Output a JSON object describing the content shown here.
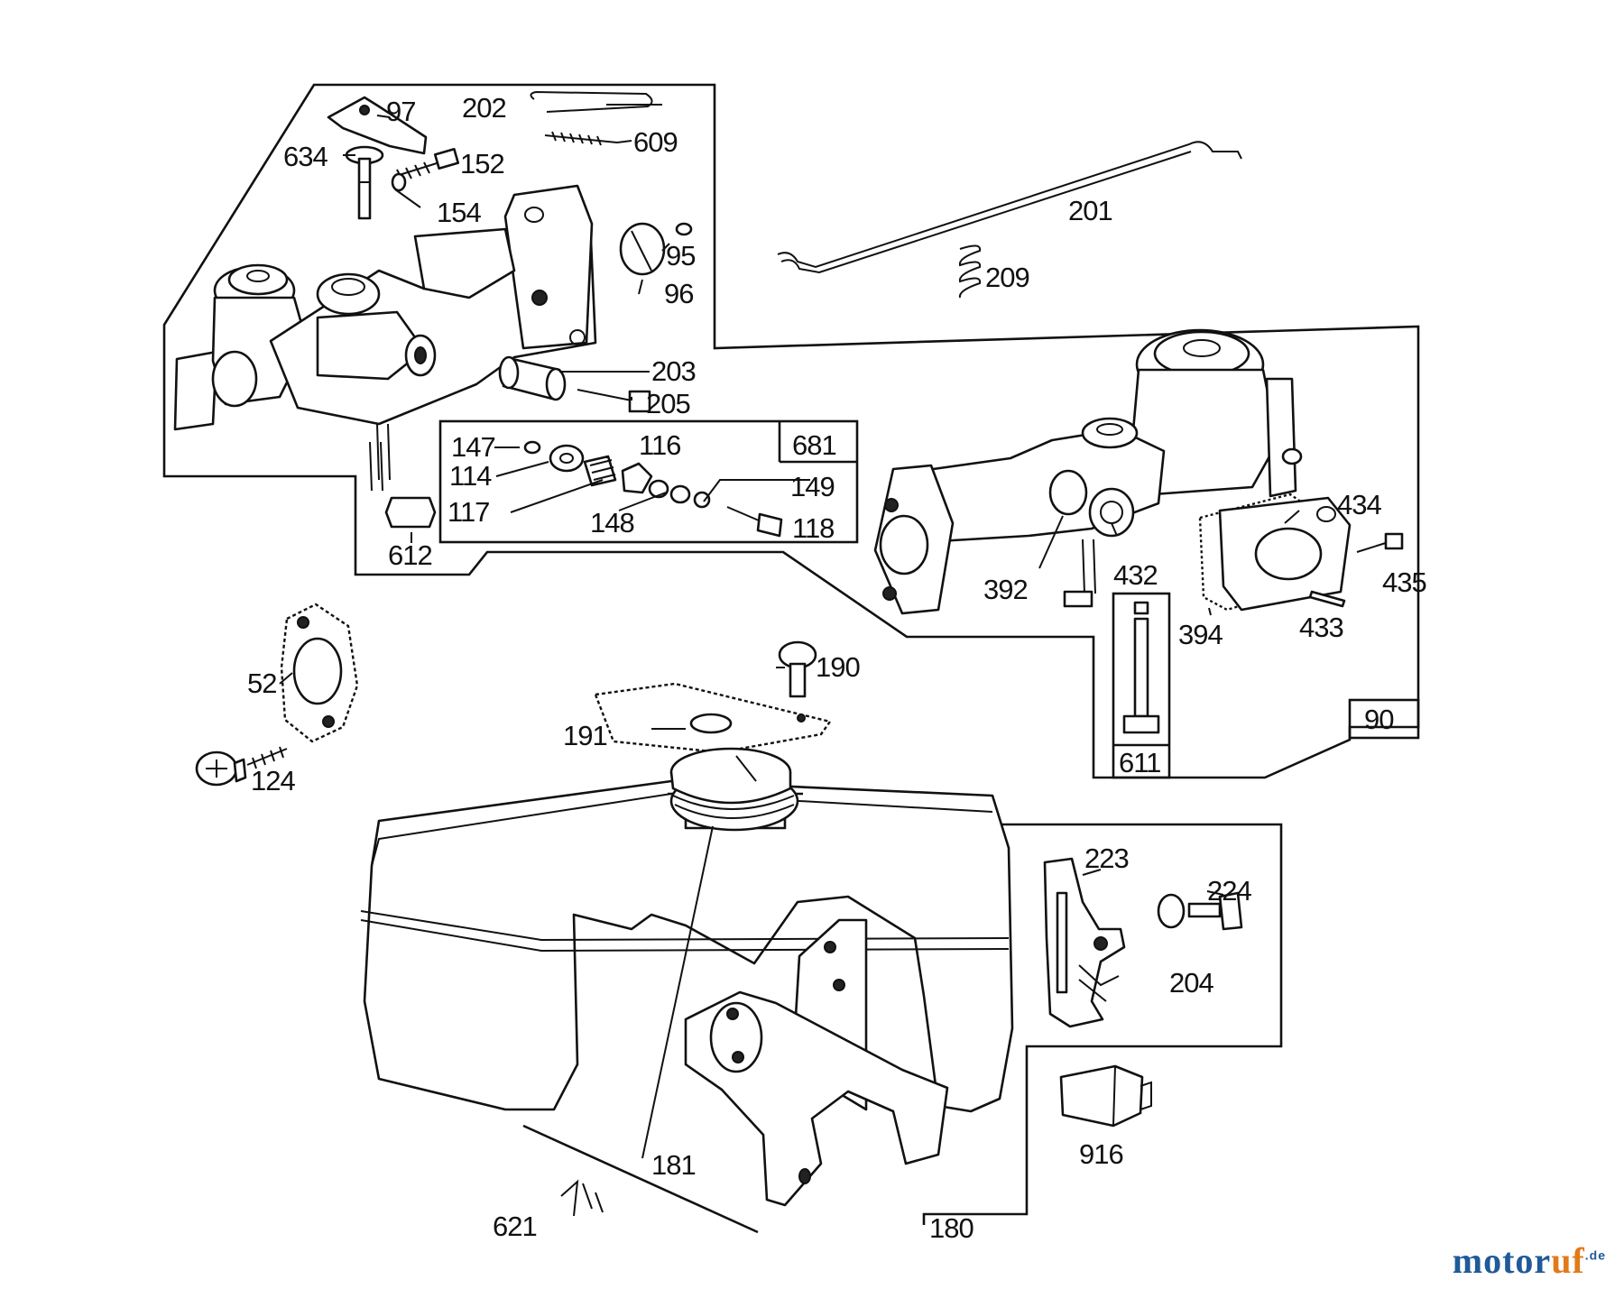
{
  "labels": {
    "l97": "97",
    "l202": "202",
    "l609": "609",
    "l634": "634",
    "l152": "152",
    "l154": "154",
    "l201": "201",
    "l95": "95",
    "l96": "96",
    "l209": "209",
    "l203": "203",
    "l205": "205",
    "l147": "147",
    "l116": "116",
    "l681": "681",
    "l114": "114",
    "l149": "149",
    "l117": "117",
    "l148": "148",
    "l118": "118",
    "l612": "612",
    "l434": "434",
    "l392": "392",
    "l432": "432",
    "l435": "435",
    "l394": "394",
    "l433": "433",
    "l611": "611",
    "l90": "90",
    "l52": "52",
    "l190": "190",
    "l191": "191",
    "l124": "124",
    "l223": "223",
    "l224": "224",
    "l204": "204",
    "l916": "916",
    "l181": "181",
    "l621": "621",
    "l180": "180"
  },
  "watermark": {
    "part1": "motor",
    "part2": "uf",
    "suffix": ".de"
  }
}
